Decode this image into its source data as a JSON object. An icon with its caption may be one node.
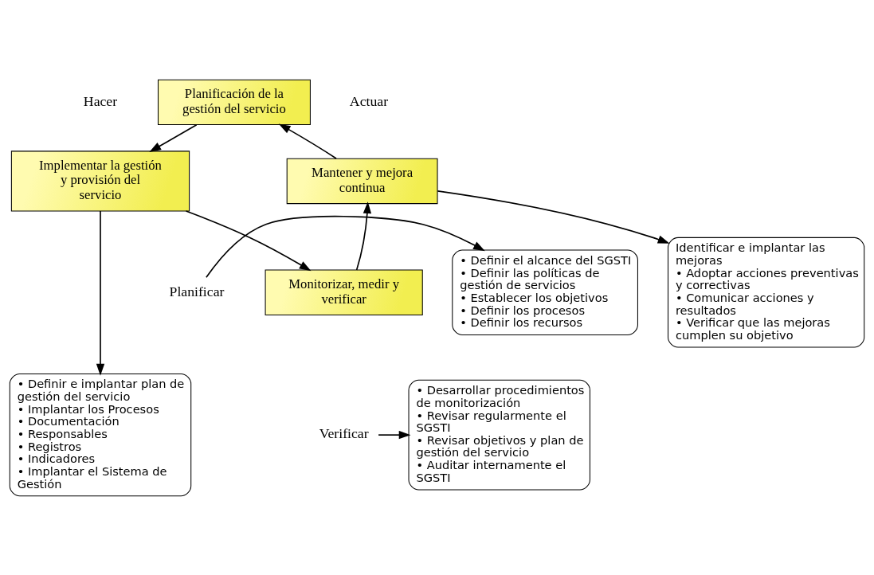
{
  "diagram": {
    "nodes": [
      {
        "text": [
          "Planificación de la gestión del servicio"
        ]
      },
      {
        "text": [
          "Implementar la gestión y provisión del servicio"
        ],
        "beside": [
          "Hacer"
        ]
      },
      {
        "text": [
          "Monitorizar, medir y verificar"
        ]
      },
      {
        "text": [
          "Mantener y mejora continua"
        ],
        "beside": [
          "Actuar"
        ]
      },
      {
        "text": [
          "Planificar"
        ]
      },
      {
        "text": [
          "Verificar"
        ]
      },
      {
        "text": [
          "• Definir el alcance del SGSTI",
          "• Definir las políticas de gestión de servicios",
          "• Establecer los objetivos",
          "• Definir los procesos",
          "• Definir los recursos"
        ]
      },
      {
        "text": [
          "Identificar e implantar las mejoras",
          "• Adoptar acciones preventivas y correctivas",
          "• Comunicar acciones y resultados",
          "• Verificar que las mejoras cumplen su objetivo"
        ]
      },
      {
        "text": [
          "• Definir e implantar plan de gestión del servicio",
          "• Implantar los Procesos",
          "• Documentación",
          "• Responsables",
          "• Registros",
          "• Indicadores",
          "• Implantar el Sistema de Gestión"
        ]
      },
      {
        "text": [
          "• Desarrollar procedimientos de monitorización",
          "• Revisar regularmente el SGSTI",
          "• Revisar objetivos y plan de gestión del servicio",
          "• Auditar internamente el SGSTI"
        ]
      }
    ],
    "edges": [
      {
        "from": 0,
        "to": 1,
        "arrow": "to"
      },
      {
        "from": 1,
        "to": 2,
        "arrow": "to"
      },
      {
        "from": 2,
        "to": 3,
        "arrow": "to"
      },
      {
        "from": 3,
        "to": 0,
        "arrow": "to"
      },
      {
        "from": 4,
        "to": 6,
        "arrow": "to"
      },
      {
        "from": 1,
        "to": 8,
        "arrow": "to"
      },
      {
        "from": 3,
        "to": 7,
        "arrow": "to"
      },
      {
        "from": 5,
        "to": 9,
        "arrow": "to"
      }
    ]
  }
}
